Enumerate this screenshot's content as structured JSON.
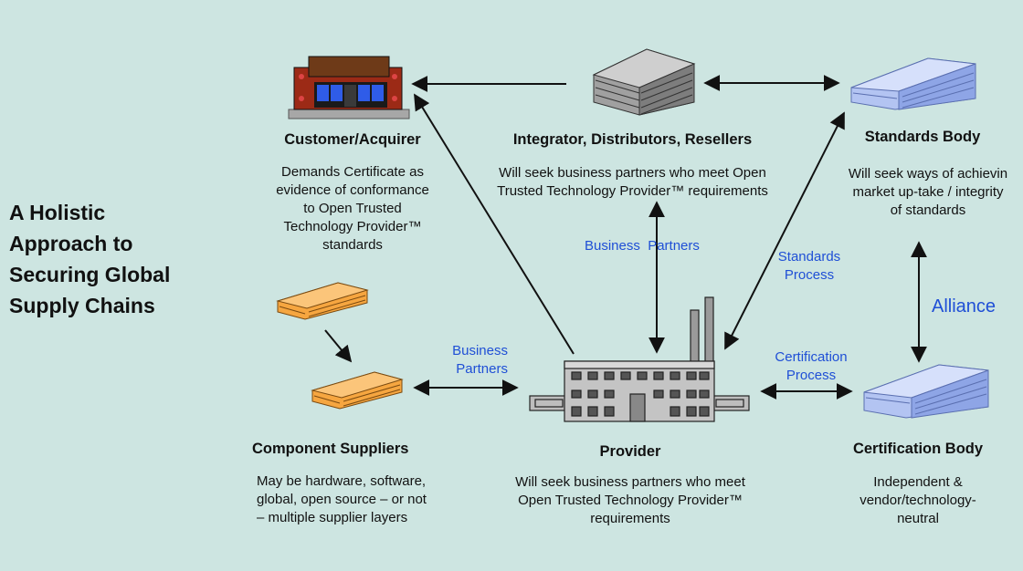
{
  "title": "A Holistic Approach to Securing Global Supply Chains",
  "nodes": {
    "customer": {
      "name": "Customer/Acquirer",
      "description": "Demands Certificate as\nevidence of conformance\nto Open Trusted\nTechnology Provider™\nstandards"
    },
    "integrator": {
      "name": "Integrator, Distributors, Resellers",
      "description": "Will seek business partners who meet Open\nTrusted Technology Provider™ requirements"
    },
    "standards_body": {
      "name": "Standards Body",
      "description": "Will seek ways of achievin\nmarket up-take / integrity\nof standards"
    },
    "component_suppliers": {
      "name": "Component  Suppliers",
      "description": "May be hardware, software,\nglobal, open source – or not\n– multiple supplier layers"
    },
    "provider": {
      "name": "Provider",
      "description": "Will seek business partners who meet\nOpen Trusted Technology Provider™\nrequirements"
    },
    "certification_body": {
      "name": "Certification Body",
      "description": "Independent &\nvendor/technology-\nneutral"
    }
  },
  "edge_labels": {
    "business_partners_vertical": "Business  Partners",
    "standards_process": "Standards\nProcess",
    "alliance": "Alliance",
    "business_partners_left": "Business\nPartners",
    "certification_process": "Certification\nProcess"
  },
  "colors": {
    "background": "#cde5e1",
    "label_blue": "#1f4fd6",
    "supplier_orange": "#f39a2b",
    "body_blue": "#9db4ee",
    "building_gray": "#9a9a9a",
    "store_red": "#9c2a16"
  }
}
